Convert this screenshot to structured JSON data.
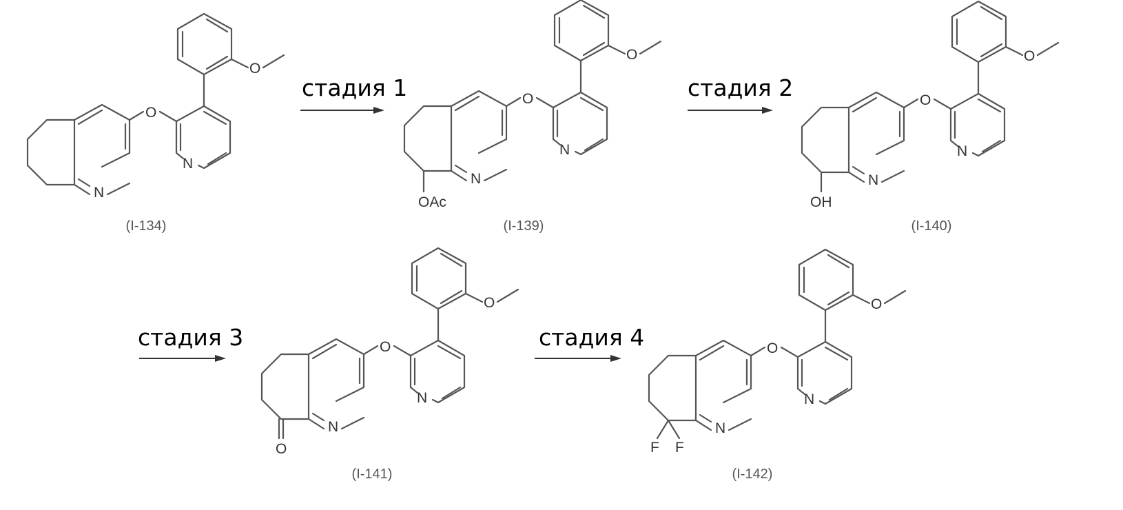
{
  "compounds": [
    {
      "id": "(I-134)",
      "substituent": null
    },
    {
      "id": "(I-139)",
      "substituent": "OAc"
    },
    {
      "id": "(I-140)",
      "substituent": "OH"
    },
    {
      "id": "(I-141)",
      "substituent": "O"
    },
    {
      "id": "(I-142)",
      "substituent": "F F"
    }
  ],
  "steps": [
    {
      "label": "стадия 1"
    },
    {
      "label": "стадия 2"
    },
    {
      "label": "стадия 3"
    },
    {
      "label": "стадия 4"
    }
  ],
  "atoms": {
    "nitrogen": "N",
    "oxygen": "O",
    "fluorine": "F"
  }
}
